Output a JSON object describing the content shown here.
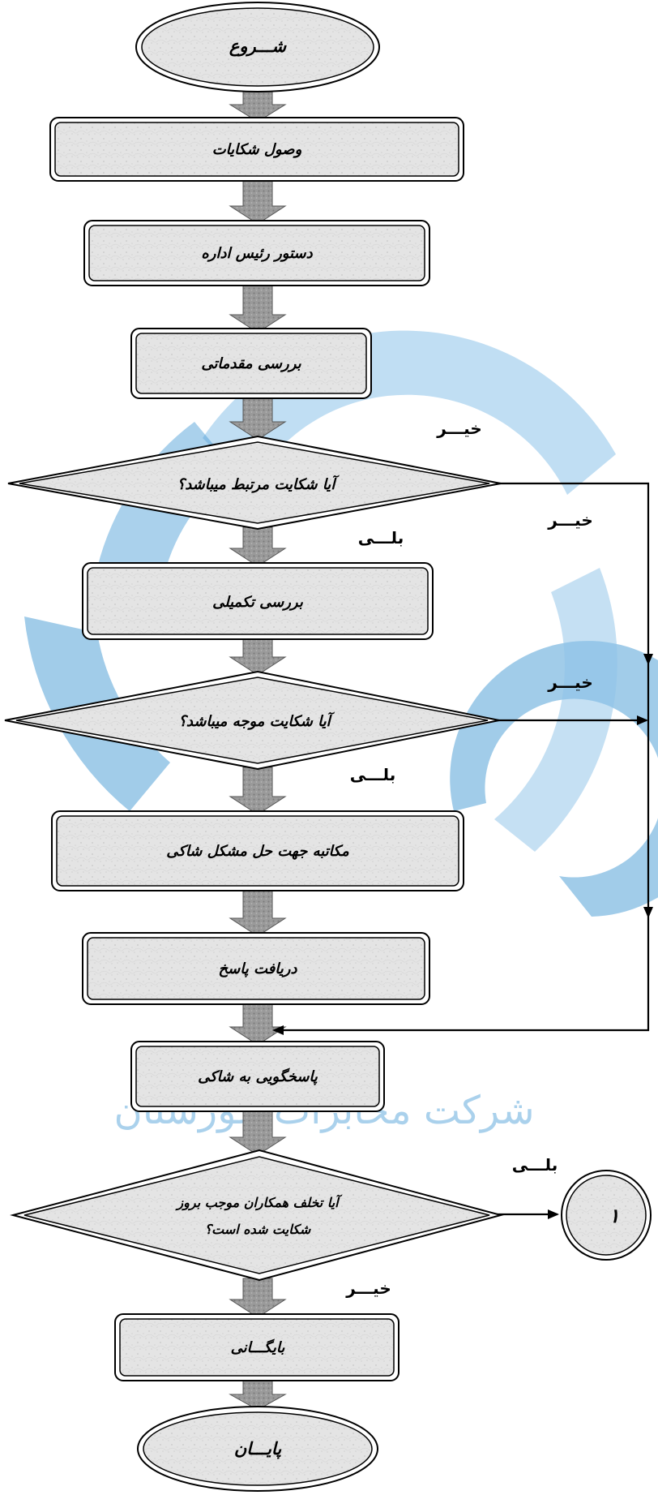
{
  "nodes": {
    "start": "شـــروع",
    "receive_complaints": "وصول شکایات",
    "director_order": "دستور رئیس اداره",
    "preliminary_review": "بررسی مقدماتی",
    "q_related": "آیا شکایت مرتبط میباشد؟",
    "complementary_review": "بررسی تکمیلی",
    "q_justified": "آیا شکایت موجه میباشد؟",
    "correspondence": "مکاتبه جهت حل مشکل شاکی",
    "receive_reply": "دریافت پاسخ",
    "respond_complainant": "پاسخگویی به شاکی",
    "q_violation_line1": "آیا تخلف همکاران موجب بروز",
    "q_violation_line2": "شکایت شده است؟",
    "connector": "۱",
    "archive": "بایگـــانی",
    "end": "پایـــان"
  },
  "labels": {
    "no": "خیـــر",
    "yes": "بلـــی"
  },
  "watermark": {
    "text": "شرکت مخابرات خوزستان",
    "color": "#2f8fd0"
  },
  "colors": {
    "line": "#000000",
    "shape_fill": "#e6e6e6",
    "arrow_fill": "#999999"
  }
}
